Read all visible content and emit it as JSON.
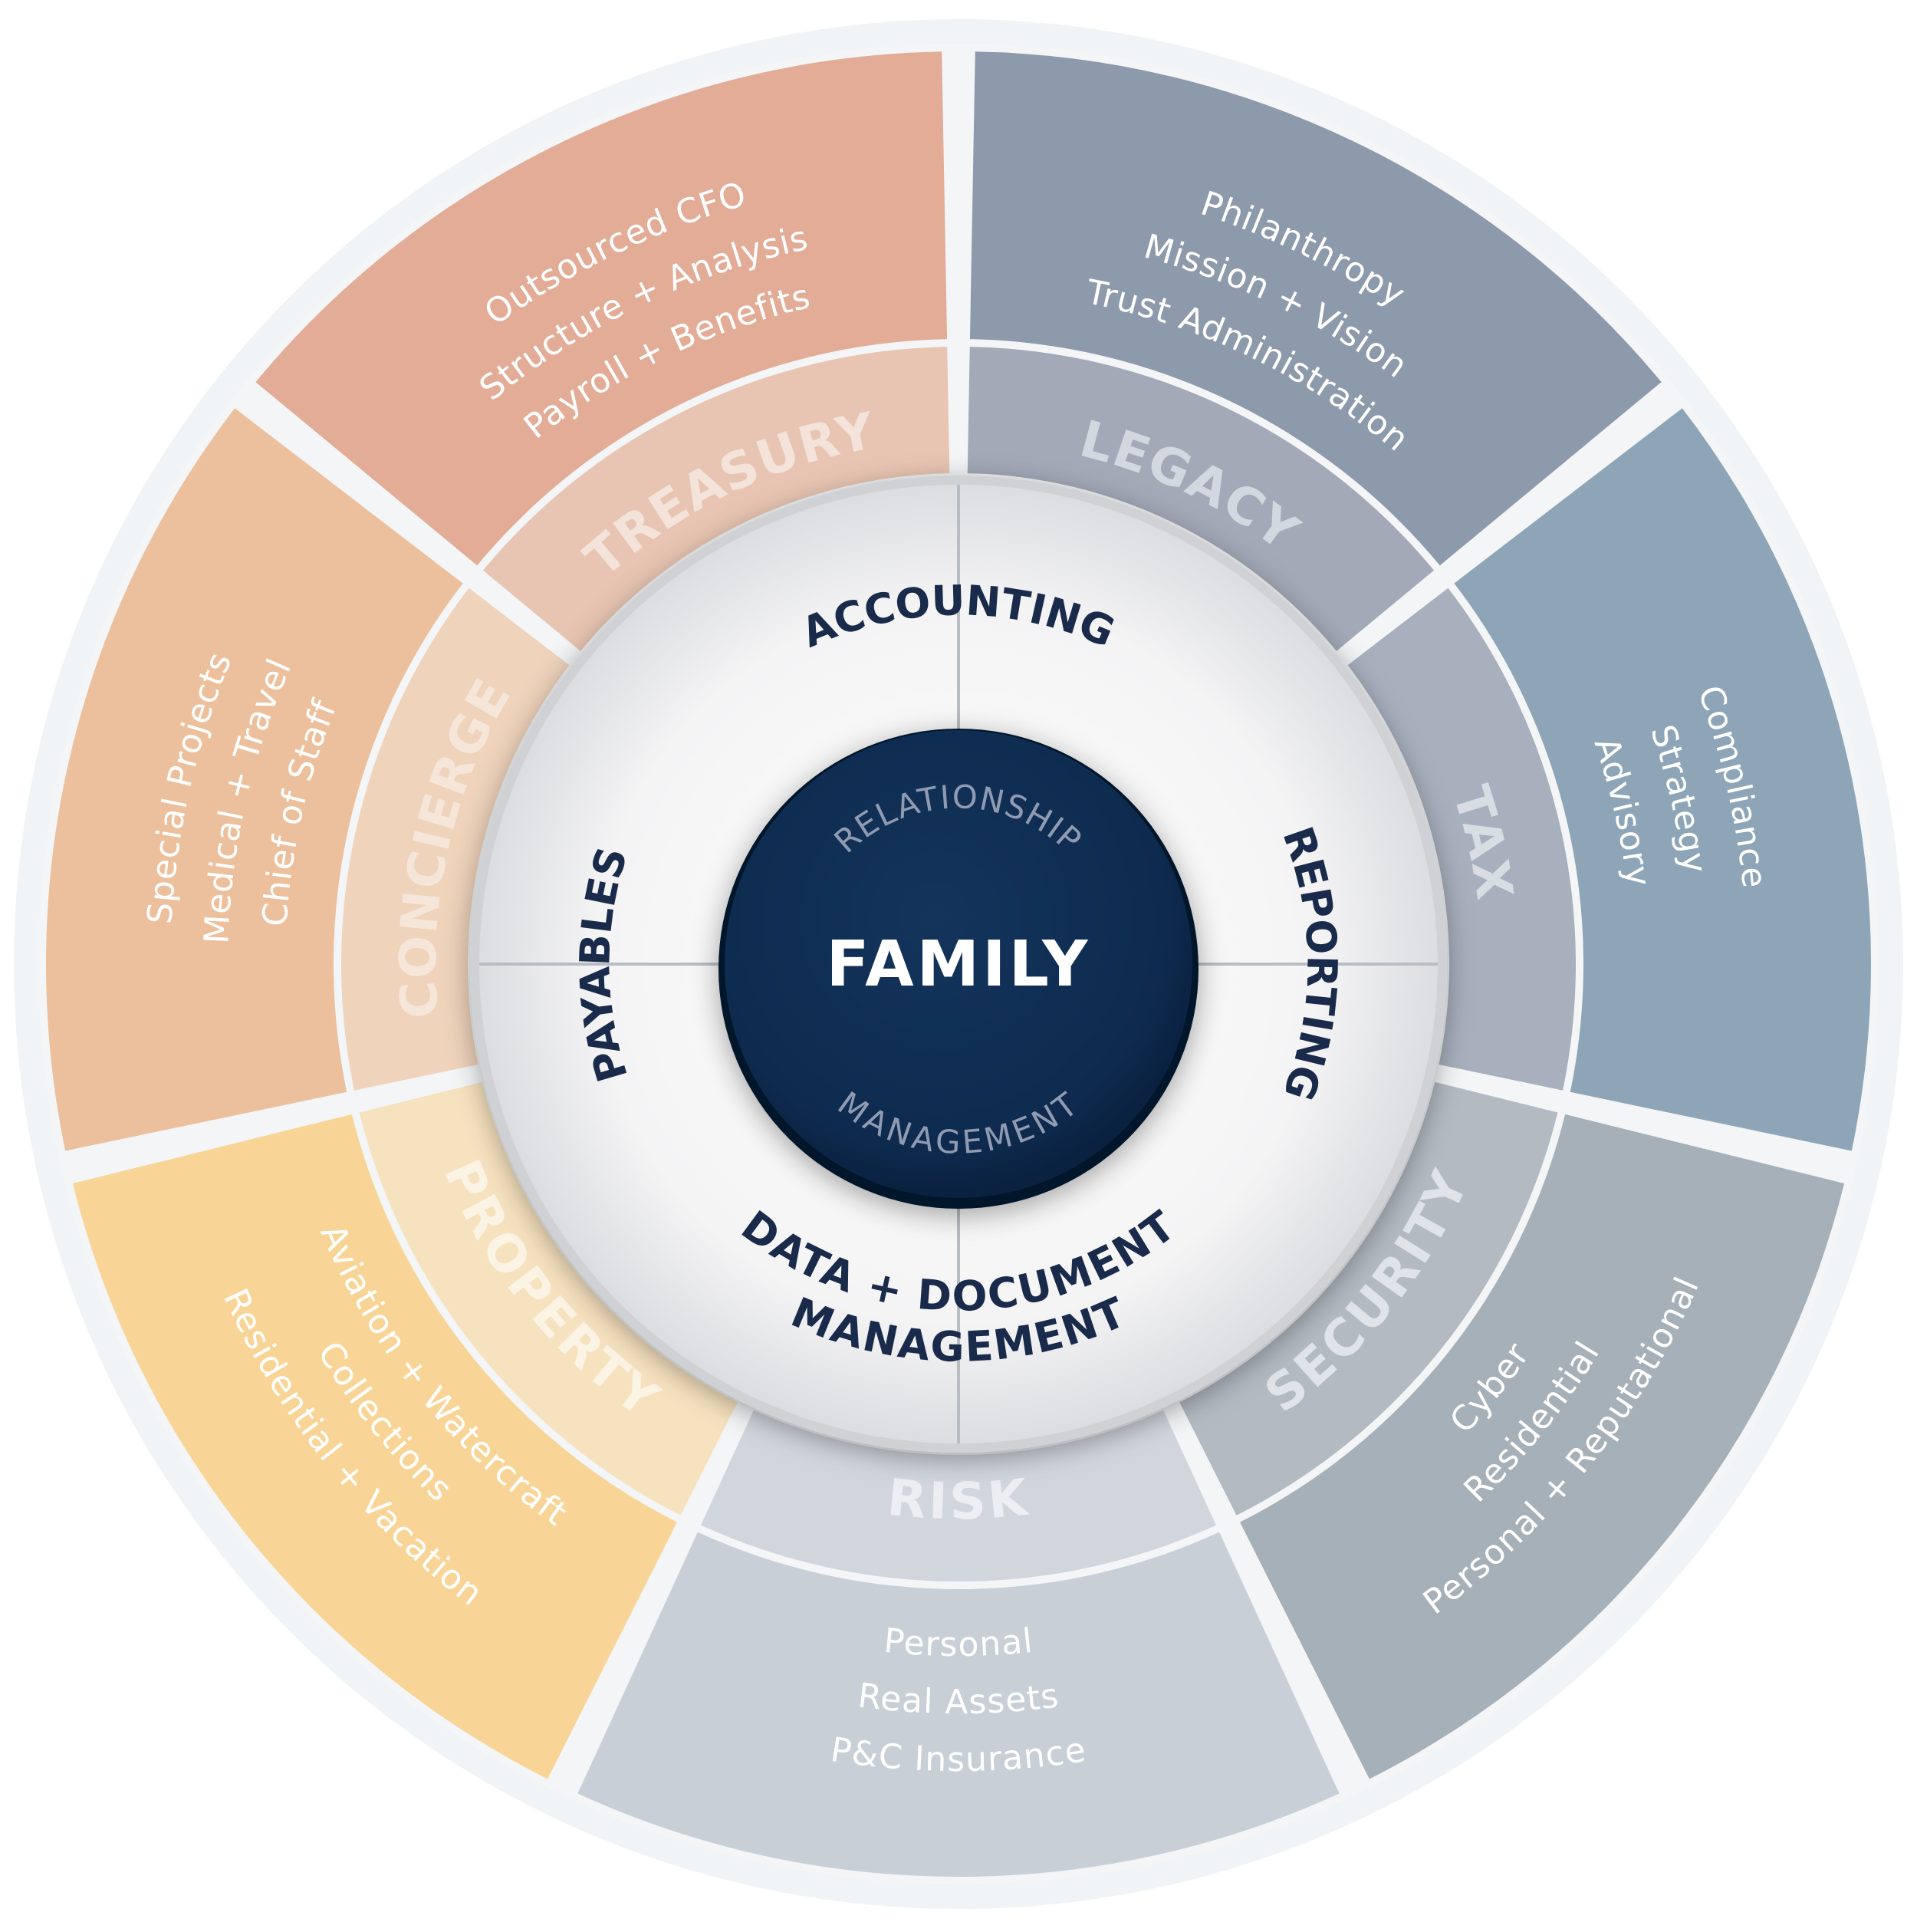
{
  "center": {
    "title": "FAMILY",
    "arc_top": "RELATIONSHIP",
    "arc_bottom": "MANAGEMENT",
    "fill_color": "#0e2b4f"
  },
  "functions": [
    {
      "label_lines": [
        "ACCOUNTING"
      ]
    },
    {
      "label_lines": [
        "REPORTING"
      ]
    },
    {
      "label_lines": [
        "DATA + DOCUMENT",
        "MANAGEMENT"
      ]
    },
    {
      "label_lines": [
        "PAYABLES"
      ]
    }
  ],
  "sectors": [
    {
      "name": "LEGACY",
      "items": [
        "Philanthropy",
        "Mission + Vision",
        "Trust Administration"
      ],
      "outer_color": "#8d9aab",
      "inner_color": "#a3a9b7",
      "label_color": "#d3d7e0"
    },
    {
      "name": "TAX",
      "items": [
        "Compliance",
        "Strategy",
        "Advisory"
      ],
      "outer_color": "#8ea5b8",
      "inner_color": "#a8b0be",
      "label_color": "#d8dce3"
    },
    {
      "name": "SECURITY",
      "items": [
        "Cyber",
        "Residential",
        "Personal + Reputational"
      ],
      "outer_color": "#a5b0b9",
      "inner_color": "#b3bac2",
      "label_color": "#e0e4e8"
    },
    {
      "name": "RISK",
      "items": [
        "Personal",
        "Real Assets",
        "P&C Insurance"
      ],
      "outer_color": "#c8cfd7",
      "inner_color": "#d1d6dd",
      "label_color": "#eceef1"
    },
    {
      "name": "PROPERTY",
      "items": [
        "Aviation + Watercraft",
        "Collections",
        "Residential + Vacation"
      ],
      "outer_color": "#f8d597",
      "inner_color": "#f6e2bf",
      "label_color": "#fbf3e3"
    },
    {
      "name": "CONCIERGE",
      "items": [
        "Special Projects",
        "Medical + Travel",
        "Chief of Staff"
      ],
      "outer_color": "#ecc09c",
      "inner_color": "#efd3bb",
      "label_color": "#f6e6d9"
    },
    {
      "name": "TREASURY",
      "items": [
        "Outsourced CFO",
        "Structure + Analysis",
        "Payroll + Benefits"
      ],
      "outer_color": "#e2ac97",
      "inner_color": "#e8c5b2",
      "label_color": "#f4e3da"
    }
  ],
  "colors": {
    "halo": "#f1f4f6",
    "gap": "#f3f5f7",
    "function_fill": "#f6f6f7",
    "function_divider": "#b8bcc3",
    "function_text": "#1a2a4a"
  }
}
